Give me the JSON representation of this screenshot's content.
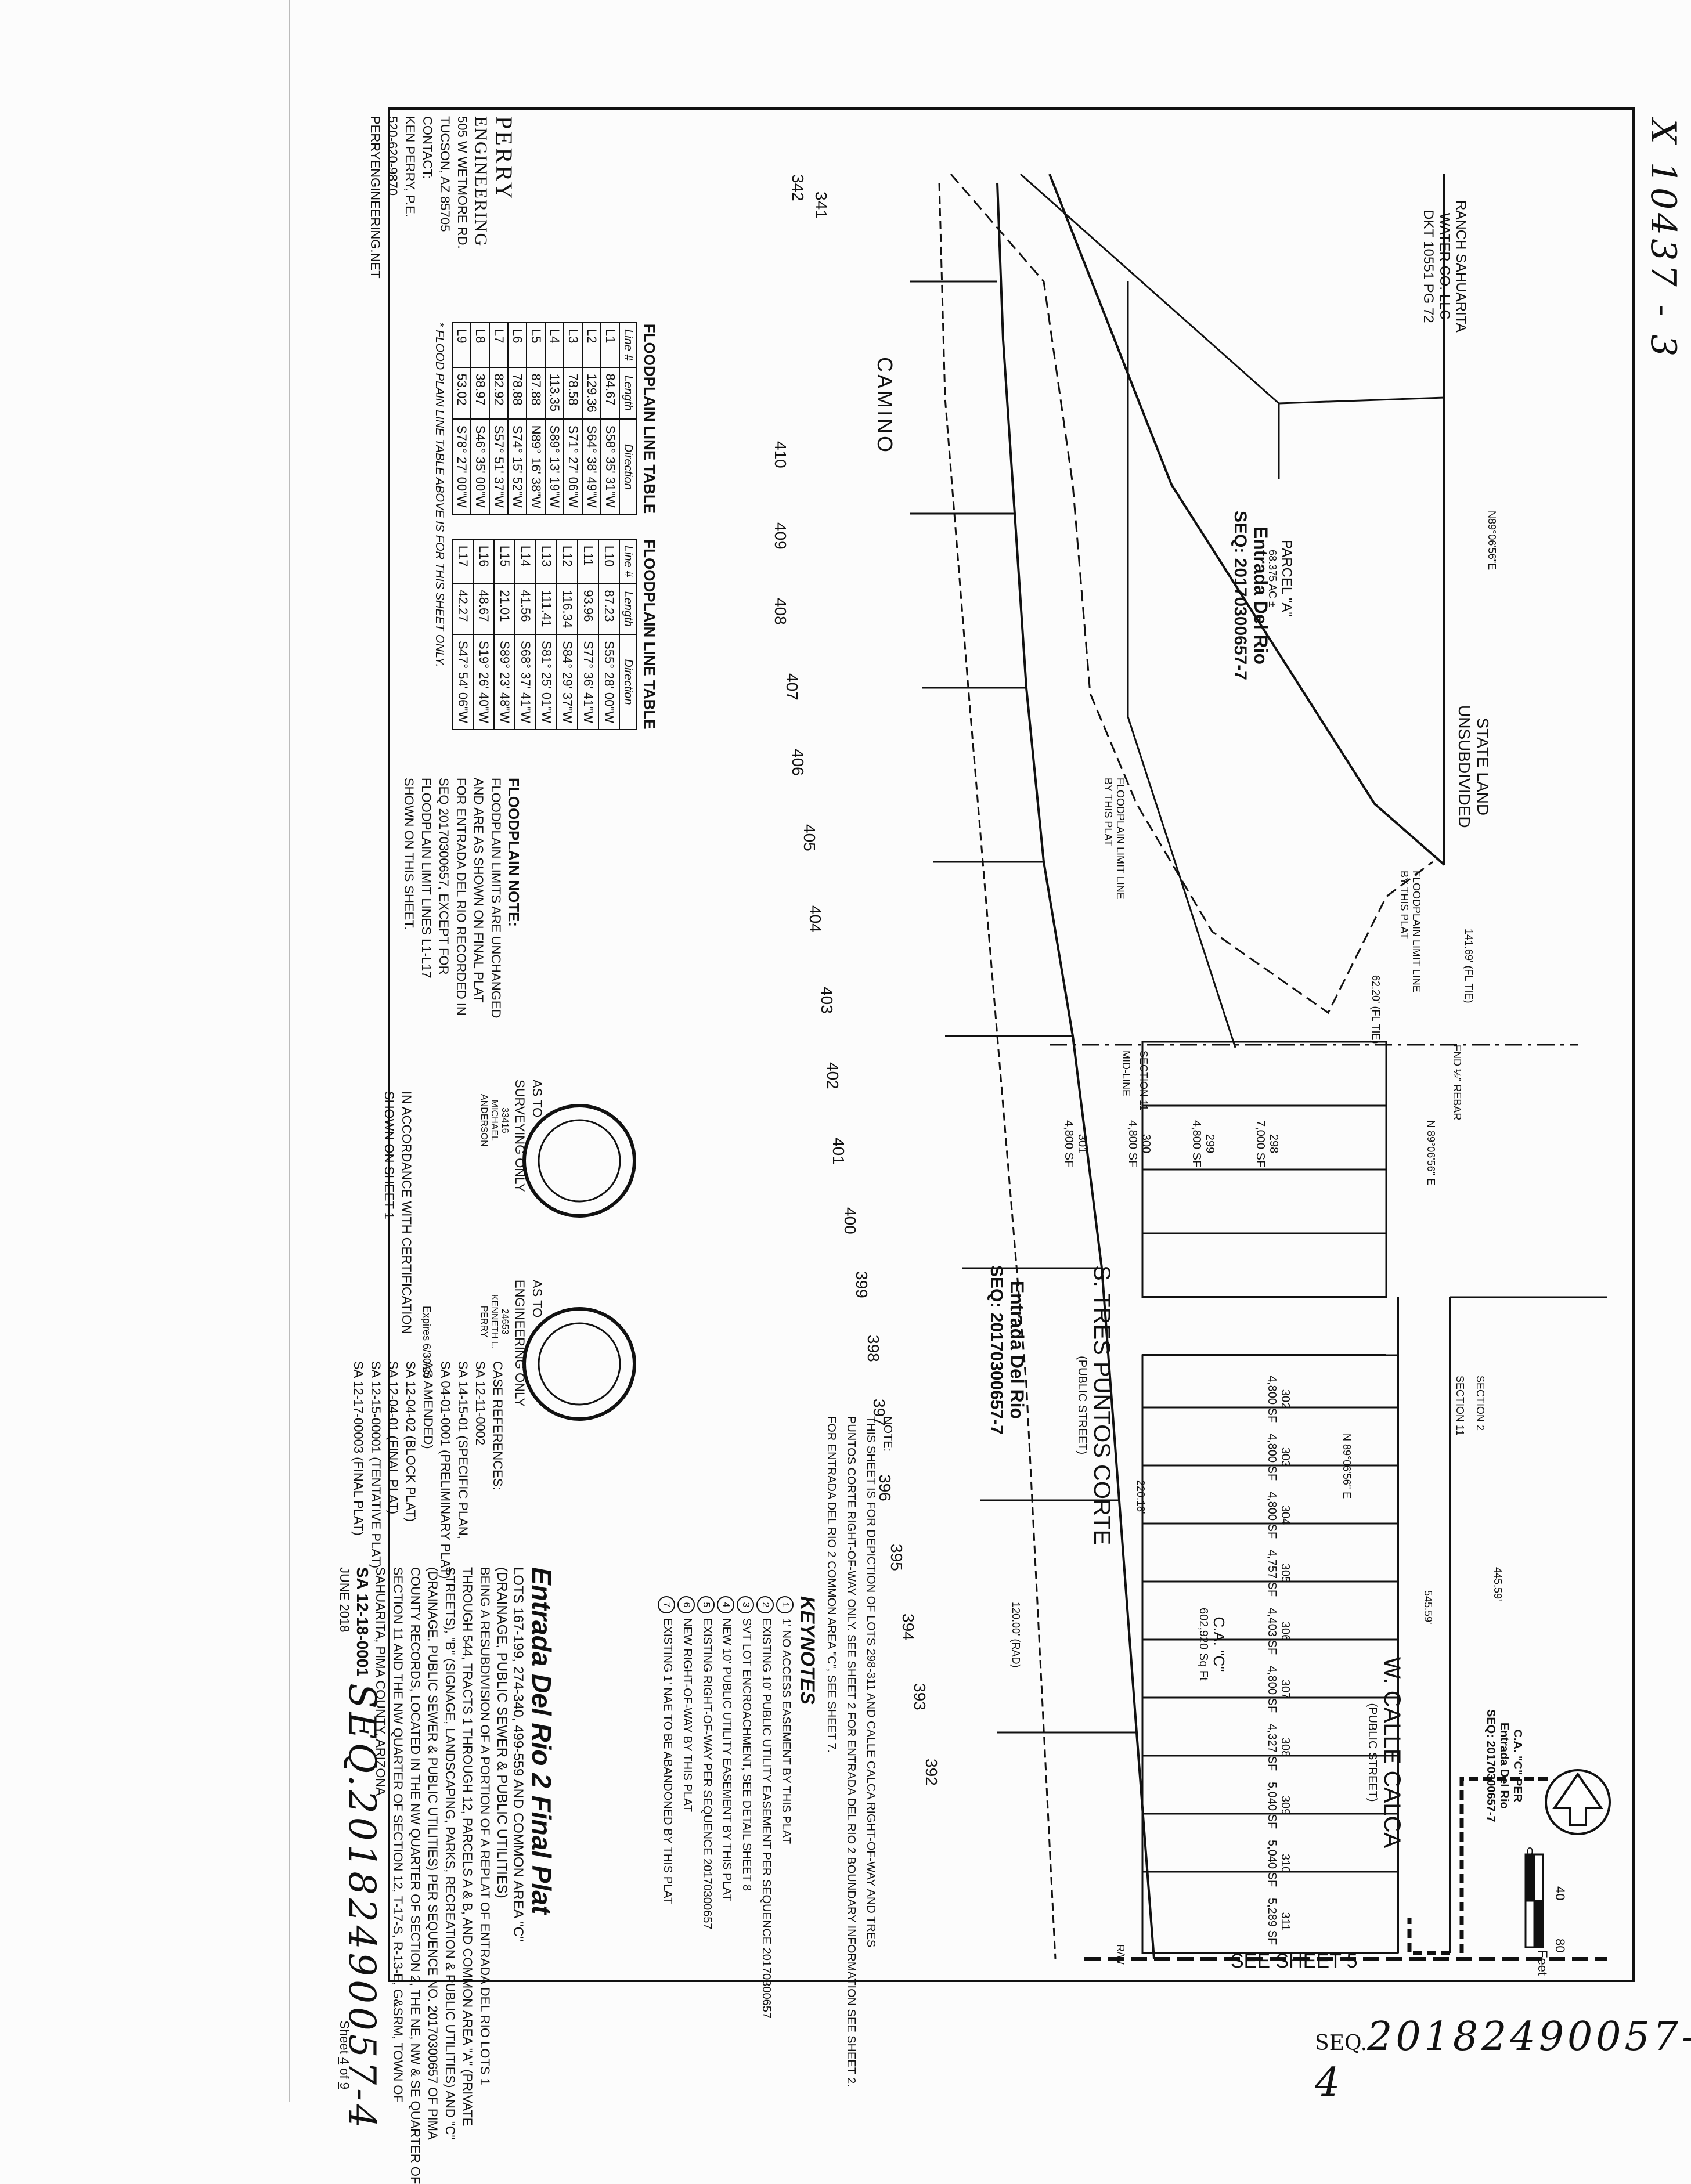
{
  "sheet_stamp_top": "X 10437 - 3",
  "seq_stamp_bottom_prefix": "SEQ.",
  "seq_stamp_bottom_number": "20182490057-4",
  "seq_stamp_left": "SEQ.20182490057-4",
  "engineer": {
    "name_line1": "PERRY",
    "name_line2": "ENGINEERING",
    "address1": "505 W WETMORE RD.",
    "address2": "TUCSON, AZ 85705",
    "contact": "CONTACT:",
    "person": "KEN PERRY, P.E.",
    "phone": "520-620-9870",
    "web": "PERRYENGINEERING.NET"
  },
  "title_block": {
    "title": "Entrada Del Rio 2 Final Plat",
    "lots": "LOTS 167-199, 274-340, 499-559 AND COMMON AREA \"C\"",
    "utilities": "(DRAINAGE, PUBLIC SEWER & PUBLIC UTILITIES)",
    "desc1": "BEING A RESUBDIVISION OF A PORTION OF A REPLAT OF ENTRADA DEL RIO LOTS 1",
    "desc2": "THROUGH 544, TRACTS 1 THROUGH 12, PARCELS A & B, AND COMMON AREA \"A\" (PRIVATE",
    "desc3": "STREETS), \"B\" (SIGNAGE, LANDSCAPING, PARKS, RECREATION & PUBLIC UTILITIES) AND \"C\"",
    "desc4": "(DRAINAGE, PUBLIC SEWER & PUBLIC UTILITIES) PER SEQUENCE NO. 20170300657 OF PIMA",
    "desc5": "COUNTY RECORDS, LOCATED IN THE NW QUARTER OF SECTION 2, THE NE, NW & SE QUARTER OF",
    "desc6": "SECTION 11 AND THE NW QUARTER OF SECTION 12, T-17-S, R-13-E, G&SRM, TOWN OF",
    "desc7": "SAHUARITA, PIMA COUNTY, ARIZONA",
    "case_no": "SA 12-18-0001",
    "date": "JUNE 2018",
    "sheet_label": "Sheet",
    "sheet_no": "4",
    "sheet_of": "of",
    "sheet_total": "9"
  },
  "case_refs": {
    "heading": "CASE REFERENCES:",
    "lines": [
      "SA 12-11-0002",
      "SA 14-15-01 (SPECIFIC PLAN,",
      "SA 04-01-0001 (PRELIMINARY PLAT)",
      "AS AMENDED)",
      "SA 12-04-02 (BLOCK PLAT)",
      "SA 12-04-01 (FINAL PLAT)",
      "SA 12-15-00001 (TENTATIVE PLAT)",
      "SA 12-17-00003 (FINAL PLAT)"
    ]
  },
  "certification": {
    "survey_as_to": "AS TO",
    "survey_only": "SURVEYING ONLY",
    "eng_as_to": "AS TO",
    "eng_only": "ENGINEERING ONLY",
    "note1": "IN ACCORDANCE WITH CERTIFICATION",
    "note2": "SHOWN ON SHEET 1",
    "survey_seal_name": "MICHAEL",
    "survey_seal_surname": "ANDERSON",
    "survey_seal_no": "33416",
    "eng_seal_name": "KENNETH L.",
    "eng_seal_surname": "PERRY",
    "eng_seal_no": "24653",
    "expires": "Expires 6/30/20"
  },
  "floodplain_note": {
    "heading": "FLOODPLAIN NOTE:",
    "lines": [
      "FLOODPLAIN LIMITS ARE UNCHANGED",
      "AND ARE AS SHOWN ON FINAL PLAT",
      "FOR ENTRADA DEL RIO RECORDED IN",
      "SEQ 20170300657, EXCEPT FOR",
      "FLOODPLAIN LIMIT LINES L1-L17",
      "SHOWN ON THIS SHEET."
    ]
  },
  "keynotes": {
    "heading": "KEYNOTES",
    "items": [
      {
        "n": "1",
        "text": "1' NO ACCESS EASEMENT BY THIS PLAT"
      },
      {
        "n": "2",
        "text": "EXISTING 10' PUBLIC UTILITY EASEMENT PER SEQUENCE 20170300657"
      },
      {
        "n": "3",
        "text": "SVT LOT ENCROACHMENT, SEE DETAIL SHEET 8"
      },
      {
        "n": "4",
        "text": "NEW 10' PUBLIC UTILITY EASEMENT BY THIS PLAT"
      },
      {
        "n": "5",
        "text": "EXISTING RIGHT-OF-WAY PER SEQUENCE 20170300657"
      },
      {
        "n": "6",
        "text": "NEW RIGHT-OF-WAY BY THIS PLAT"
      },
      {
        "n": "7",
        "text": "EXISTING 1' NAE TO BE ABANDONED BY THIS PLAT"
      }
    ]
  },
  "note_block": {
    "heading": "NOTE:",
    "l1": "THIS SHEET IS FOR DEPICTION OF LOTS 298-311 AND CALLE CALCA RIGHT-OF-WAY AND TRES",
    "l2": "PUNTOS CORTE RIGHT-OF-WAY ONLY. SEE SHEET 2 FOR ENTRADA DEL RIO 2 BOUNDARY INFORMATION SEE SHEET 2.",
    "l3": "FOR ENTRADA DEL RIO 2 COMMON AREA \"C\", SEE SHEET 7."
  },
  "floodplain_table_1": {
    "title": "FLOODPLAIN LINE TABLE",
    "headers": [
      "Line #",
      "Length",
      "Direction"
    ],
    "rows": [
      [
        "L1",
        "84.67",
        "S58° 35' 31\"W"
      ],
      [
        "L2",
        "129.36",
        "S64° 38' 49\"W"
      ],
      [
        "L3",
        "78.58",
        "S71° 27' 06\"W"
      ],
      [
        "L4",
        "113.35",
        "S89° 13' 19\"W"
      ],
      [
        "L5",
        "87.88",
        "N89° 16' 38\"W"
      ],
      [
        "L6",
        "78.88",
        "S74° 15' 52\"W"
      ],
      [
        "L7",
        "82.92",
        "S57° 51' 37\"W"
      ],
      [
        "L8",
        "38.97",
        "S46° 35' 00\"W"
      ],
      [
        "L9",
        "53.02",
        "S78° 27' 00\"W"
      ]
    ]
  },
  "floodplain_table_2": {
    "title": "FLOODPLAIN LINE TABLE",
    "headers": [
      "Line #",
      "Length",
      "Direction"
    ],
    "rows": [
      [
        "L10",
        "87.23",
        "S55° 28' 00\"W"
      ],
      [
        "L11",
        "93.96",
        "S77° 36' 41\"W"
      ],
      [
        "L12",
        "116.34",
        "S84° 29' 37\"W"
      ],
      [
        "L13",
        "111.41",
        "S81° 25' 01\"W"
      ],
      [
        "L14",
        "41.56",
        "S68° 37' 41\"W"
      ],
      [
        "L15",
        "21.01",
        "S89° 23' 48\"W"
      ],
      [
        "L16",
        "48.67",
        "S19° 26' 40\"W"
      ],
      [
        "L17",
        "42.27",
        "S47° 54' 06\"W"
      ]
    ],
    "footnote": "* FLOOD PLAIN LINE TABLE ABOVE IS FOR THIS SHEET ONLY."
  },
  "map_labels": {
    "state_land": "STATE LAND",
    "unsubdivided": "UNSUBDIVIDED",
    "ranch_sahuarita": "RANCH SAHUARITA",
    "water_co": "WATER CO. LLC",
    "dkt": "DKT 10551 PG 72",
    "parcel_a": "PARCEL \"A\"",
    "parcel_area": "68.375 AC ±",
    "edr_top": "Entrada Del Rio",
    "edr_top_seq": "SEQ: 20170300657-7",
    "edr_mid": "Entrada Del Rio",
    "edr_mid_seq": "SEQ: 20170300657-7",
    "ca_c_per": "C.A. \"C\" PER",
    "edr_ca": "Entrada Del Rio",
    "edr_ca_seq": "SEQ: 20170300657-7",
    "street1": "S. TRES PUNTOS CORTE",
    "street1_type": "(PUBLIC STREET)",
    "street2": "W. CALLE CALCA",
    "street2_type": "(PUBLIC STREET)",
    "camino": "CAMINO",
    "ca_c": "C.A. \"C\"",
    "ca_c_area": "602,920 Sq Ft",
    "see_sheet": "SEE SHEET 5",
    "section11": "SECTION 11",
    "section2": "SECTION 2",
    "section11b": "SECTION 11",
    "midline": "MID-LINE",
    "fp_limit_1": "FLOODPLAIN LIMIT LINE",
    "fp_limit_1b": "BY THIS PLAT",
    "fp_limit_2": "FLOODPLAIN LIMIT LINE",
    "fp_limit_2b": "BY THIS PLAT",
    "fnd_rebar": "FND ½\" REBAR",
    "bearing1": "N89°06'56\"E",
    "bearing2": "N 89°06'56\" E",
    "bearing3": "N 89°06'56\" E",
    "dim_141": "141.69' (FL TIE)",
    "dim_62": "62.20' (FL TIE)",
    "dim_545": "545.59'",
    "dim_445": "445.59'",
    "dim_220": "220.18'",
    "dim_120rad": "120.00' (RAD)",
    "rw": "R/W",
    "scale_0": "0",
    "scale_40": "40",
    "scale_80": "80",
    "scale_unit": "Feet"
  },
  "lots_upper": [
    {
      "no": "298",
      "area": "7,000 SF"
    },
    {
      "no": "299",
      "area": "4,800 SF"
    },
    {
      "no": "300",
      "area": "4,800 SF"
    },
    {
      "no": "301",
      "area": "4,800 SF"
    }
  ],
  "lots_lower": [
    {
      "no": "302",
      "area": "4,800 SF"
    },
    {
      "no": "303",
      "area": "4,800 SF"
    },
    {
      "no": "304",
      "area": "4,800 SF"
    },
    {
      "no": "305",
      "area": "4,757 SF"
    },
    {
      "no": "306",
      "area": "4,403 SF"
    },
    {
      "no": "307",
      "area": "4,800 SF"
    },
    {
      "no": "308",
      "area": "4,327 SF"
    },
    {
      "no": "309",
      "area": "5,040 SF"
    },
    {
      "no": "310",
      "area": "5,040 SF"
    },
    {
      "no": "311",
      "area": "5,289 SF"
    }
  ],
  "adjacent_lots": [
    "342",
    "341",
    "410",
    "409",
    "408",
    "407",
    "406",
    "405",
    "404",
    "403",
    "402",
    "401",
    "400",
    "399",
    "398",
    "397",
    "396",
    "395",
    "394",
    "393",
    "392"
  ],
  "colors": {
    "ink": "#111111",
    "paper": "#fcfcfc",
    "margin": "#bbbbbb"
  }
}
